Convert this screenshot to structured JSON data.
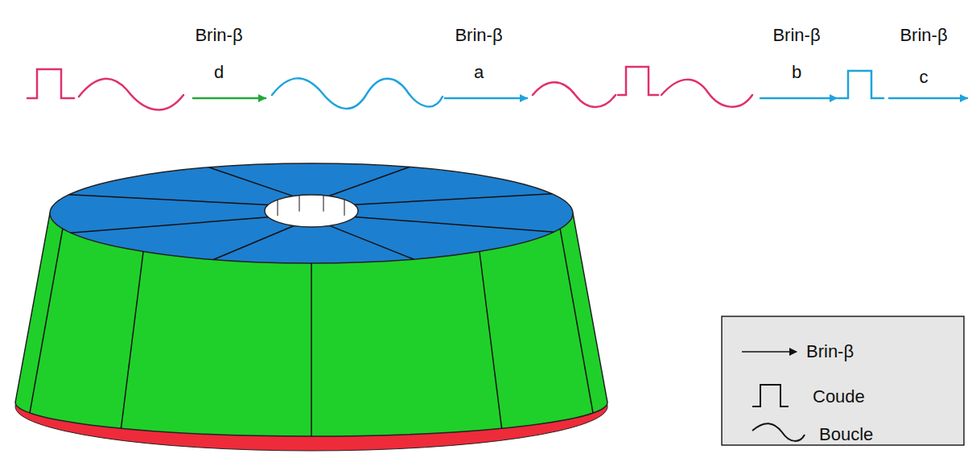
{
  "diagram": {
    "labels": [
      "Brin-β",
      "d",
      "Brin-β",
      "a",
      "Brin-β",
      "b",
      "Brin-β",
      "c"
    ],
    "legend": [
      {
        "text": "Brin-β"
      },
      {
        "text": "Coude"
      },
      {
        "text": "Boucle"
      }
    ]
  }
}
